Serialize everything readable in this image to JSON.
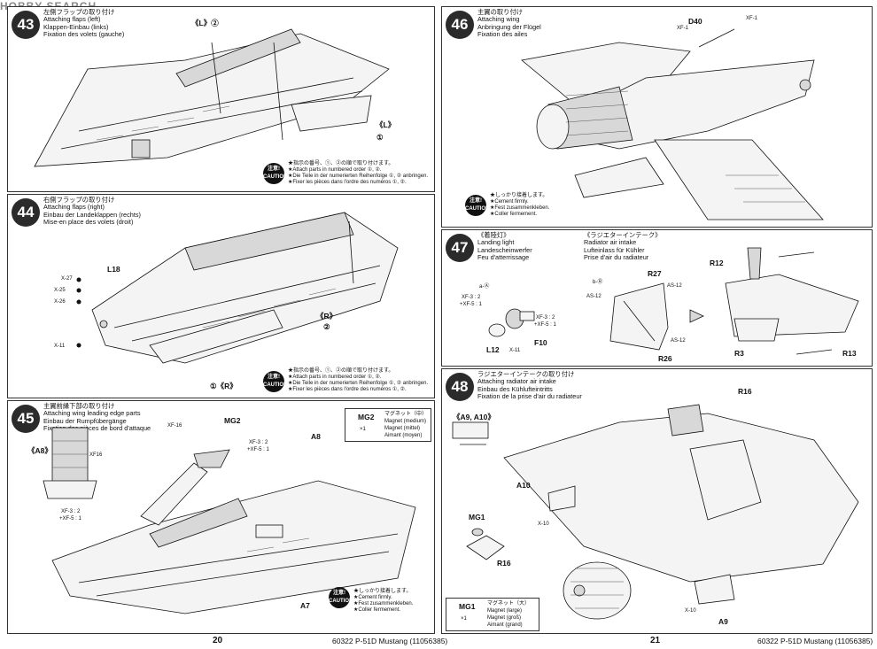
{
  "watermark": "HOBBY SEARCH",
  "pages": {
    "left": {
      "number": "20",
      "footer": "60322  P-51D Mustang (11056385)"
    },
    "right": {
      "number": "21",
      "footer": "60322  P-51D Mustang (11056385)"
    }
  },
  "steps": {
    "s43": {
      "num": "43",
      "t1": "左側フラップの取り付け",
      "t2": "Attaching flaps (left)",
      "t3": "Klappen-Einbau (links)",
      "t4": "Fixation des volets (gauche)",
      "labels": {
        "top": "《L》②",
        "mid": "《L》",
        "one": "①"
      },
      "caution": {
        "badge": "注意! CAUTION",
        "l1": "★指示の番号、①、②の順で取り付けます。",
        "l2": "★Attach parts in numbered order ①, ②.",
        "l3": "★Die Teile in der numerierten Reihenfolge ①, ② anbringen.",
        "l4": "★Fixer les pièces dans l'ordre des numéros ①, ②."
      }
    },
    "s44": {
      "num": "44",
      "t1": "右側フラップの取り付け",
      "t2": "Attaching flaps (right)",
      "t3": "Einbau der Landeklappen (rechts)",
      "t4": "Mise-en place des volets (droit)",
      "labels": {
        "l18": "L18",
        "x27": "X-27",
        "x25": "X-25",
        "x26": "X-26",
        "x11": "X-11",
        "r_mid": "《R》",
        "two": "②",
        "r_low": "①《R》"
      },
      "caution": {
        "badge": "注意! CAUTION",
        "l1": "★指示の番号、①、②の順で取り付けます。",
        "l2": "★Attach parts in numbered order ①, ②.",
        "l3": "★Die Teile in der numerierten Reihenfolge ①, ② anbringen.",
        "l4": "★Fixer les pièces dans l'ordre des numéros ①, ②."
      }
    },
    "s45": {
      "num": "45",
      "t1": "主翼前縁下部の取り付け",
      "t2": "Attaching wing leading edge parts",
      "t3": "Einbau der Rumpfübergänge",
      "t4": "Fixation des pièces de bord d'attaque",
      "labels": {
        "a8box": "《A8》",
        "xf16a": "XF16",
        "xf3a": "XF-3 : 2",
        "xf5a": "+XF-5 : 1",
        "xf16b": "XF-16",
        "mg2": "MG2",
        "xf3b": "XF-3 : 2",
        "xf5b": "+XF-5 : 1",
        "a8": "A8",
        "a7": "A7"
      },
      "magnet": {
        "code": "MG2",
        "qty": "×1",
        "jp": "マグネット（中）",
        "en": "Magnet (medium)",
        "de": "Magnet (mittel)",
        "fr": "Aimant (moyen)"
      },
      "caution": {
        "badge": "注意! CAUTION",
        "l1": "★しっかり接着します。",
        "l2": "★Cement firmly.",
        "l3": "★Fest zusammenkleben.",
        "l4": "★Coller fermement."
      }
    },
    "s46": {
      "num": "46",
      "t1": "主翼の取り付け",
      "t2": "Attaching wing",
      "t3": "Anbringung der Flügel",
      "t4": "Fixation des ailes",
      "labels": {
        "d40": "D40",
        "xf1a": "XF-1",
        "xf1b": "XF-1"
      },
      "caution": {
        "badge": "注意! CAUTION",
        "l1": "★しっかり接着します。",
        "l2": "★Cement firmly.",
        "l3": "★Fest zusammenkleben.",
        "l4": "★Coller fermement."
      }
    },
    "s47": {
      "num": "47",
      "la": "《着陸灯》",
      "lb": "Landing light",
      "lc": "Landescheinwerfer",
      "ld": "Feu d'atterrissage",
      "ra": "《ラジエターインテーク》",
      "rb": "Radiator air intake",
      "rc": "Lufteinlass für Kühler",
      "rd": "Prise d'air du radiateur",
      "labels": {
        "a": "a-Ⓐ",
        "xf32": "XF-3 : 2",
        "xf51": "+XF-5 : 1",
        "xf32b": "XF-3 : 2",
        "xf51b": "+XF-5 : 1",
        "x11": "X-11",
        "l12": "L12",
        "f10": "F10",
        "b": "b-Ⓑ",
        "as12a": "AS-12",
        "as12b": "AS-12",
        "as12c": "AS-12",
        "r27": "R27",
        "r26": "R26",
        "r12": "R12",
        "r3": "R3",
        "r13": "R13"
      }
    },
    "s48": {
      "num": "48",
      "t1": "ラジエターインテークの取り付け",
      "t2": "Attaching radiator air intake",
      "t3": "Einbau des Kühlufteintritts",
      "t4": "Fixation de la prise d'air du radiateur",
      "labels": {
        "a9a10": "《A9, A10》",
        "r16a": "R16",
        "a10": "A10",
        "x10a": "X-10",
        "mg1": "MG1",
        "r16b": "R16",
        "x10b": "X-10",
        "a9": "A9"
      },
      "magnet": {
        "code": "MG1",
        "qty": "×1",
        "jp": "マグネット（大）",
        "en": "Magnet (large)",
        "de": "Magnet (groß)",
        "fr": "Aimant (grand)"
      }
    }
  }
}
